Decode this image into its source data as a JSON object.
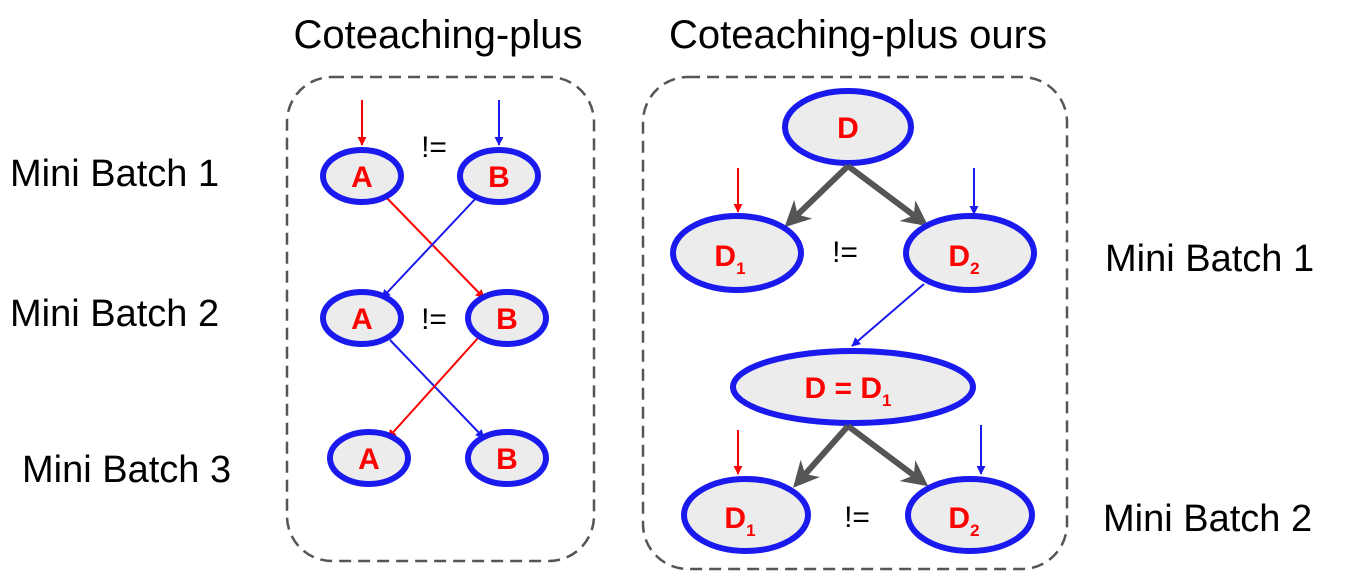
{
  "colors": {
    "node_stroke": "#1a1aef",
    "node_fill": "#ececec",
    "node_text": "#ff0000",
    "red_arrow": "#ff0000",
    "blue_arrow": "#1a1aef",
    "gray_arrow": "#555555",
    "box_stroke": "#555555"
  },
  "left_panel": {
    "title": "Coteaching-plus",
    "rows": [
      {
        "label": "Mini Batch 1",
        "node_a": "A",
        "neq": "!=",
        "node_b": "B"
      },
      {
        "label": "Mini Batch 2",
        "node_a": "A",
        "neq": "!=",
        "node_b": "B"
      },
      {
        "label": "Mini Batch 3",
        "node_a": "A",
        "node_b": "B"
      }
    ]
  },
  "right_panel": {
    "title": "Coteaching-plus ours",
    "top_node": "D",
    "batch1": {
      "label": "Mini Batch 1",
      "d1_base": "D",
      "d1_sub": "1",
      "neq": "!=",
      "d2_base": "D",
      "d2_sub": "2"
    },
    "merge_node": {
      "base": "D = D",
      "sub": "1"
    },
    "batch2": {
      "label": "Mini Batch 2",
      "d1_base": "D",
      "d1_sub": "1",
      "neq": "!=",
      "d2_base": "D",
      "d2_sub": "2"
    }
  }
}
